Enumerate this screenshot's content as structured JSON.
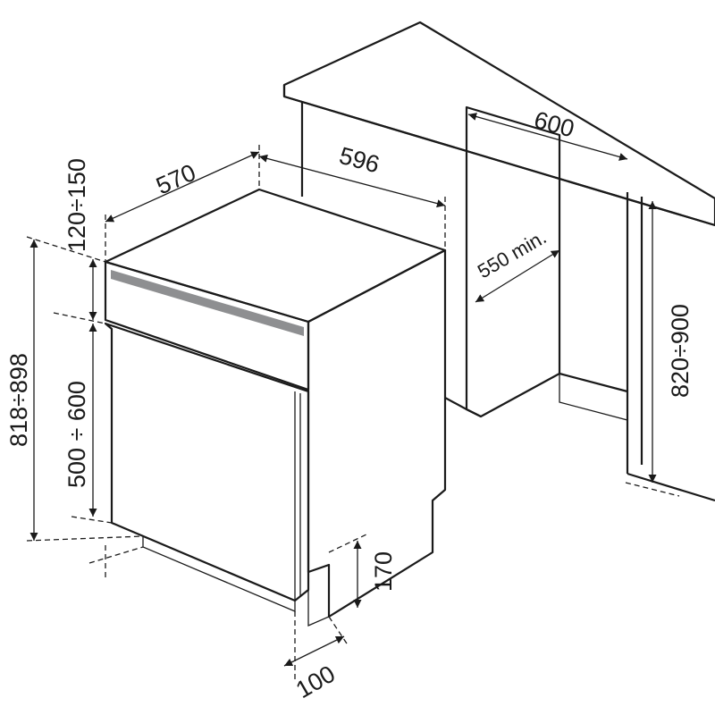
{
  "dimensions": {
    "cabinet_width": "600",
    "appliance_width": "596",
    "appliance_depth": "570",
    "cabinet_depth": "550 min.",
    "worktop_height": "820÷900",
    "panel_height": "120÷150",
    "overall_height": "818÷898",
    "door_panel_height": "500 ÷ 600",
    "plinth_height": "170",
    "plinth_depth": "100"
  },
  "colors": {
    "top": "#5f6062",
    "right_side": "#bbbbbc",
    "front": "#ffffff",
    "panel": "#e4e4e5",
    "stripe": "#8e8f91",
    "niche_wall": "#bdbdbe",
    "niche_floor": "#d6d6d7",
    "line": "#1a1a1a"
  }
}
